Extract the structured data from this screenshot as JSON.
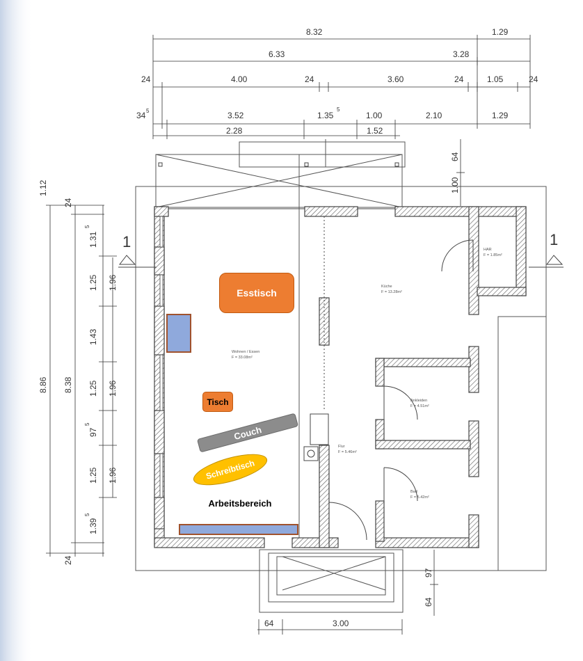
{
  "dimensions": {
    "top_row1": [
      "8.32",
      "1.29"
    ],
    "top_row2": [
      "6.33",
      "3.28"
    ],
    "top_row3": [
      "24",
      "4.00",
      "24",
      "3.60",
      "24",
      "1.05",
      "24"
    ],
    "top_row4": [
      "34",
      "3.52",
      "1.35",
      "1.00",
      "2.10",
      "1.29"
    ],
    "top_row4_superscripts": [
      "5",
      "5"
    ],
    "top_row5": [
      "2.28",
      "1.52"
    ],
    "left_outer": [
      "1.12",
      "8.86"
    ],
    "left_middle": [
      "24",
      "8.38",
      "24"
    ],
    "left_inner": [
      "1.31",
      "1.25",
      "1.43",
      "1.25",
      "97",
      "1.25",
      "1.39"
    ],
    "left_inner_superscripts": [
      "5",
      "5",
      "5"
    ],
    "left_innermost": [
      "1.96",
      "1.96",
      "1.96"
    ],
    "right_side": [
      "64",
      "1.00",
      "97",
      "64"
    ],
    "bottom": [
      "64",
      "3.00"
    ]
  },
  "section_markers": {
    "left": "1",
    "right": "1"
  },
  "rooms": {
    "wohnen": {
      "name": "Wohnen / Essen",
      "area": "F = 33.08m²"
    },
    "kueche": {
      "name": "Küche",
      "area": "F = 13.28m²"
    },
    "har": {
      "name": "HAR",
      "area": "F = 1.85m²"
    },
    "ankleiden": {
      "name": "Ankleiden",
      "area": "F = 4.51m²"
    },
    "flur": {
      "name": "Flur",
      "area": "F = 5.46m²"
    },
    "bad": {
      "name": "Bad",
      "area": "F = 5.42m²"
    }
  },
  "furniture": {
    "esstisch": "Esstisch",
    "tisch": "Tisch",
    "couch": "Couch",
    "schreibtisch": "Schreibtisch",
    "arbeitsbereich": "Arbeitsbereich"
  },
  "colors": {
    "orange": "#ed7d31",
    "blue": "#8fa9dc",
    "yellow": "#ffc000",
    "gray": "#8c8c8c",
    "wall": "#555555"
  }
}
